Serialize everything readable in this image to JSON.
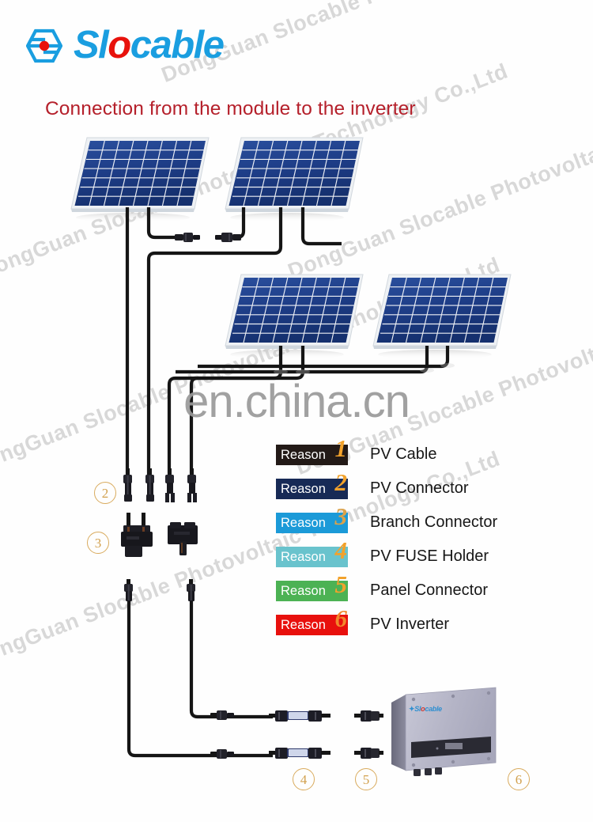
{
  "brand": {
    "name_part1": "Sl",
    "name_o": "o",
    "name_part2": "cable",
    "full_name": "Slocable",
    "logo_icon": "hexagon-arrow-dot-icon"
  },
  "header": {
    "subtitle": "Connection from the module to the inverter"
  },
  "watermark": {
    "center_text_a": "en",
    "center_text_b": ".china.cn",
    "center_full": "en.china.cn",
    "diagonal_text": "DongGuan Slocable Photovoltaic Technology Co.,Ltd",
    "color": "#d8d8d8"
  },
  "legend": {
    "items": [
      {
        "badge": "Reason",
        "number": "1",
        "label": "PV Cable",
        "bar_color": "#231a17",
        "number_color": "#f2a22c"
      },
      {
        "badge": "Reason",
        "number": "2",
        "label": "PV Connector",
        "bar_color": "#172a56",
        "number_color": "#f2a22c"
      },
      {
        "badge": "Reason",
        "number": "3",
        "label": "Branch  Connector",
        "bar_color": "#1b9ad8",
        "number_color": "#dba24a"
      },
      {
        "badge": "Reason",
        "number": "4",
        "label": "PV  FUSE Holder",
        "bar_color": "#69c3cd",
        "number_color": "#f2a22c"
      },
      {
        "badge": "Reason",
        "number": "5",
        "label": "Panel  Connector",
        "bar_color": "#4cb254",
        "number_color": "#f2a22c"
      },
      {
        "badge": "Reason",
        "number": "6",
        "label": "PV Inverter",
        "bar_color": "#e8100d",
        "number_color": "#f2882c"
      }
    ]
  },
  "callouts": [
    {
      "id": "callout-2",
      "text": "②",
      "digit": "2"
    },
    {
      "id": "callout-3",
      "text": "③",
      "digit": "3"
    },
    {
      "id": "callout-4",
      "text": "④",
      "digit": "4"
    },
    {
      "id": "callout-5",
      "text": "⑤",
      "digit": "5"
    },
    {
      "id": "callout-6",
      "text": "⑥",
      "digit": "6"
    }
  ],
  "panels": [
    {
      "name": "solar-panel-top-left",
      "cols": 8,
      "rows": 7
    },
    {
      "name": "solar-panel-top-right",
      "cols": 8,
      "rows": 7
    },
    {
      "name": "solar-panel-bottom-left",
      "cols": 8,
      "rows": 7
    },
    {
      "name": "solar-panel-bottom-right",
      "cols": 8,
      "rows": 7
    }
  ],
  "inverter": {
    "brand_prefix": "Sl",
    "brand_o": "o",
    "brand_suffix": "cable",
    "body_color": "#b9b9cb"
  },
  "colors": {
    "brand_blue": "#1a9ee0",
    "brand_red": "#e8120c",
    "title_red": "#b5202b",
    "cell_blue": "#1f3f87",
    "frame_silver": "#e8ecf0",
    "cable_black": "#151515",
    "callout_gold": "#d2a14f"
  }
}
